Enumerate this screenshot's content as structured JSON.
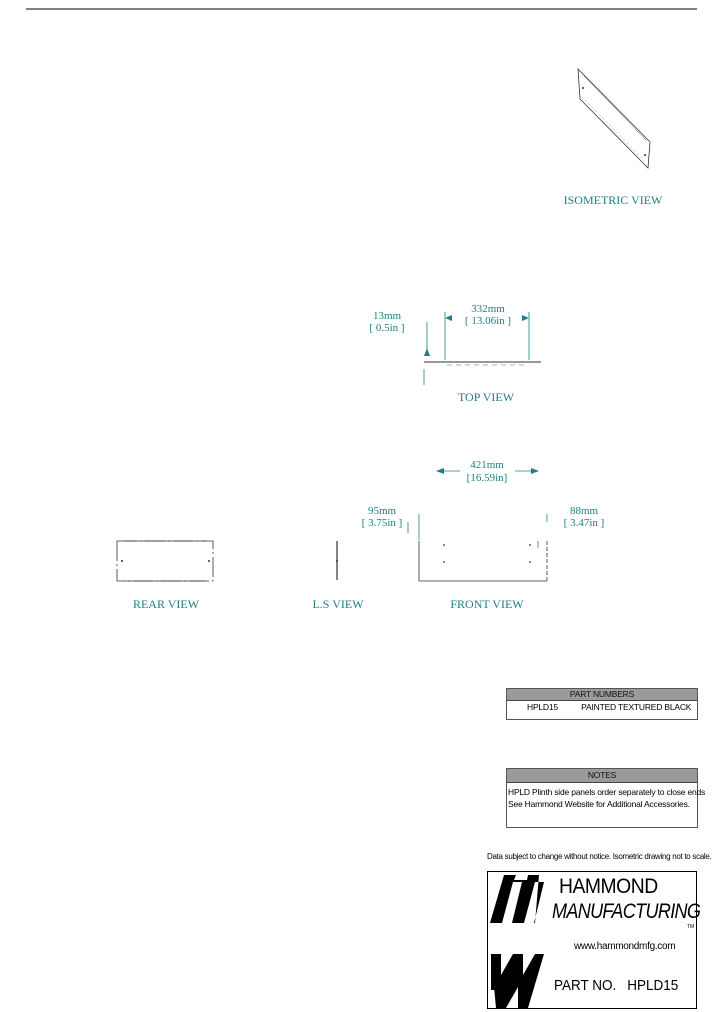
{
  "views": {
    "isometric": "ISOMETRIC VIEW",
    "top": "TOP VIEW",
    "rear": "REAR VIEW",
    "ls": "L.S VIEW",
    "front": "FRONT VIEW"
  },
  "dimensions": {
    "top_width_mm": "332mm",
    "top_width_in": "[ 13.06in ]",
    "top_depth_mm": "13mm",
    "top_depth_in": "[ 0.5in ]",
    "front_width_mm": "421mm",
    "front_width_in": "[16.59in]",
    "front_left_mm": "95mm",
    "front_left_in": "[ 3.75in ]",
    "front_right_mm": "88mm",
    "front_right_in": "[ 3.47in ]"
  },
  "part_numbers": {
    "header": "PART NUMBERS",
    "rows": [
      {
        "part": "HPLD15",
        "description": "PAINTED TEXTURED BLACK"
      }
    ]
  },
  "notes": {
    "header": "NOTES",
    "lines": [
      "HPLD Plinth side panels order separately to close ends",
      "See Hammond Website for Additional Accessories."
    ]
  },
  "disclaimer": "Data subject to change without notice. Isometric drawing not to scale.",
  "titleblock": {
    "company_line1": "HAMMOND",
    "company_line2": "MANUFACTURING",
    "trademark": "TM",
    "website": "www.hammondmfg.com",
    "part_label": "PART NO.",
    "part_number": "HPLD15"
  },
  "colors": {
    "dimension": "#1e7f80",
    "table_header": "#9a9a9a"
  }
}
